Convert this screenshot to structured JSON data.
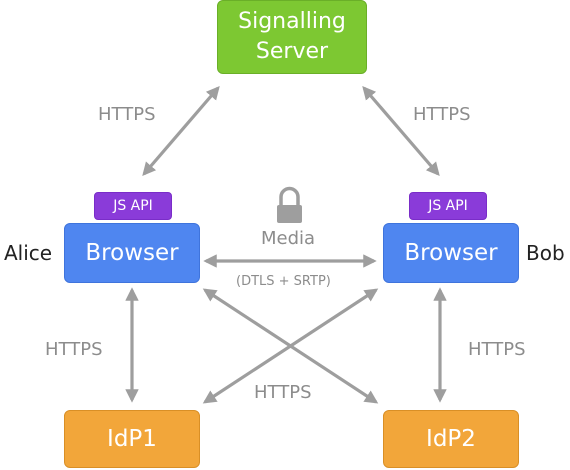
{
  "nodes": {
    "signalling_server": {
      "line1": "Signalling",
      "line2": "Server"
    },
    "browser_alice": "Browser",
    "browser_bob": "Browser",
    "idp1": "IdP1",
    "idp2": "IdP2",
    "jsapi_alice": "JS API",
    "jsapi_bob": "JS API"
  },
  "people": {
    "alice": "Alice",
    "bob": "Bob"
  },
  "edges": {
    "https_left_top": "HTTPS",
    "https_right_top": "HTTPS",
    "https_left_bottom": "HTTPS",
    "https_right_bottom": "HTTPS",
    "https_cross": "HTTPS",
    "media": "Media",
    "media_detail": "(DTLS + SRTP)"
  },
  "icons": {
    "lock": "lock-icon"
  },
  "colors": {
    "server": "#7dc832",
    "browser": "#4f86f0",
    "idp": "#f2a63a",
    "jsapi": "#8a3bd9",
    "arrow": "#9e9e9e"
  }
}
